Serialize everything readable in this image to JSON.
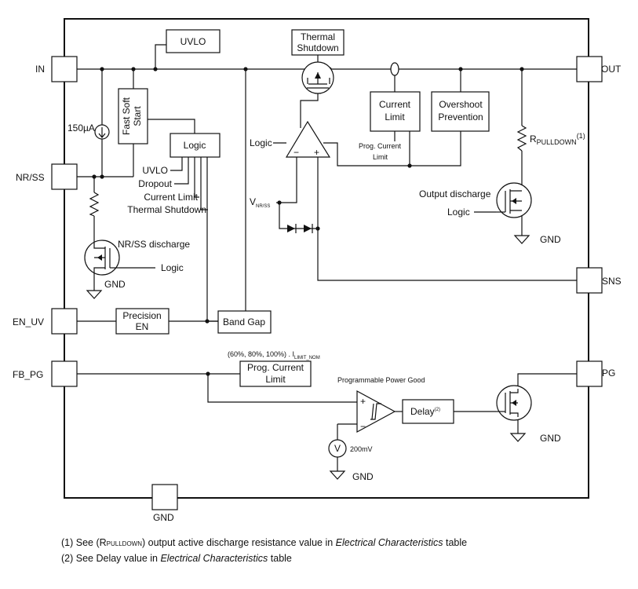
{
  "pins": {
    "in": "IN",
    "out": "OUT",
    "nr_ss": "NR/SS",
    "sns": "SNS",
    "en_uv": "EN_UV",
    "fb_pg": "FB_PG",
    "pg": "PG",
    "gnd": "GND"
  },
  "blocks": {
    "uvlo": "UVLO",
    "thermal_line1": "Thermal",
    "thermal_line2": "Shutdown",
    "current_limit_line1": "Current",
    "current_limit_line2": "Limit",
    "overshoot_line1": "Overshoot",
    "overshoot_line2": "Prevention",
    "fast_soft_line1": "Fast Soft",
    "fast_soft_line2": "Start",
    "logic": "Logic",
    "precision_line1": "Precision",
    "precision_line2": "EN",
    "band_gap": "Band Gap",
    "prog_current_line1": "Prog. Current",
    "prog_current_line2": "Limit",
    "delay": "Delay",
    "delay_sup": "(2)"
  },
  "labels": {
    "current_source": "150µA",
    "logic_in_uvlo": "UVLO",
    "logic_in_dropout": "Dropout",
    "logic_in_current_limit": "Current Limit",
    "logic_in_thermal": "Thermal Shutdown",
    "nrss_discharge": "NR/SS discharge",
    "logic_nrss": "Logic",
    "gnd_nrss": "GND",
    "amp_logic": "Logic",
    "amp_minus": "−",
    "amp_plus": "+",
    "vnrss_main": "V",
    "vnrss_sub": "NR/SS",
    "prog_current_small_line1": "Prog. Current",
    "prog_current_small_line2": "Limit",
    "rpulldown_main": "R",
    "rpulldown_sub": "PULLDOWN",
    "rpulldown_sup": "(1)",
    "output_discharge": "Output discharge",
    "logic_out": "Logic",
    "gnd_out": "GND",
    "percent_setting": "(60%, 80%, 100%) . I",
    "percent_setting_sub": "LIMIT_NOM",
    "programmable_pg": "Programmable Power Good",
    "comp_plus": "+",
    "comp_minus": "−",
    "vsrc": "V",
    "vsrc_value": "200mV",
    "gnd_ref": "GND",
    "gnd_pg": "GND"
  },
  "notes": {
    "note1_pre": "(1) See (R",
    "note1_sub": "PULLDOWN",
    "note1_mid": ") output active discharge resistance value in ",
    "note1_em": "Electrical Characteristics",
    "note1_post": " table",
    "note2_pre": "(2) See Delay value in ",
    "note2_em": "Electrical Characteristics",
    "note2_post": " table"
  }
}
